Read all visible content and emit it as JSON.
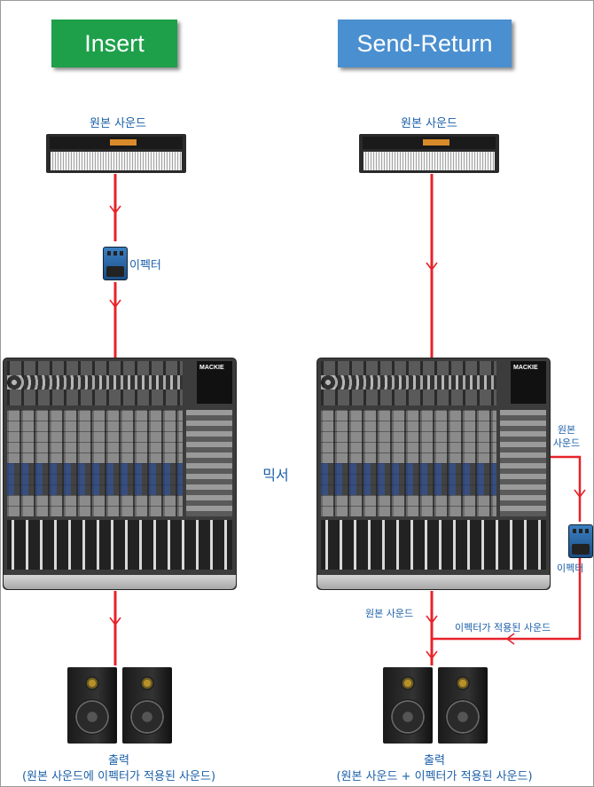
{
  "insert": {
    "title": "Insert",
    "source_label": "원본 사운드",
    "effect_label": "이펙터",
    "output_label": "출력",
    "output_detail": "(원본 사운드에 이펙터가 적용된 사운드)"
  },
  "send_return": {
    "title": "Send-Return",
    "source_label": "원본 사운드",
    "send_label_line1": "원본",
    "send_label_line2": "사운드",
    "effect_label": "이펙터",
    "dry_label": "원본 사운드",
    "wet_label": "이펙터가 적용된 사운드",
    "output_label": "출력",
    "output_detail": "(원본 사운드 + 이펙터가 적용된 사운드)"
  },
  "mixer_label": "믹서",
  "mixer_brand": "MACKIE",
  "colors": {
    "insert_green": "#1ea04a",
    "send_blue": "#4a8fd0",
    "wire_red": "#e8222a",
    "label_blue": "#1b5fa8"
  }
}
